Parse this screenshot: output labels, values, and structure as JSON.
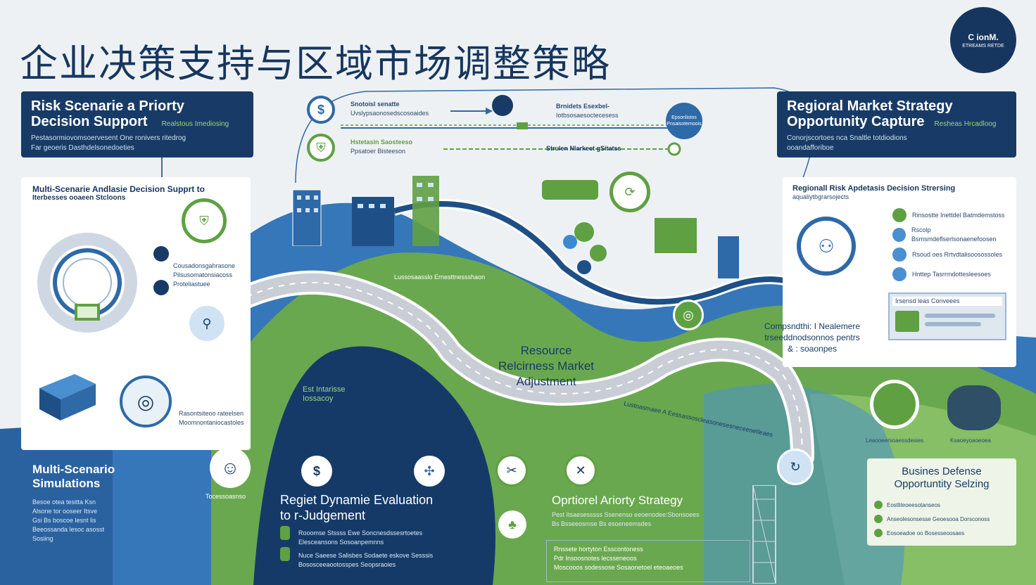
{
  "title": "企业决策支持与区域市场调整策略",
  "logo": {
    "line1": "C ionM.",
    "line2": "ETREAMS RETDE"
  },
  "top_left_box": {
    "title_line1": "Risk Scenarie a Priorty",
    "title_line2": "Decision Support",
    "subtitle": "Realstous Imediosing",
    "body_line1": "Pestasormiovomsoervesent One ronivers ritedrog",
    "body_line2": "Far geoeris Dasthdelsonedoeties"
  },
  "top_right_box": {
    "title_line1": "Regioral Market Strategy",
    "title_line2": "Opportunity Capture",
    "subtitle": "Resheas Hrcadloog",
    "body_line1": "Conorjscortoes nca Snaltle totdiodions",
    "body_line2": "ooandafforiboe"
  },
  "left_card": {
    "title_line1": "Multi-Scenarie Andlasie Decision Supprt to",
    "title_line2": "Iterbesses ooaeen Stcloons",
    "note_line1": "Cousadonsgahrasone",
    "note_line2": "Pilsusomatonsiacoss",
    "note_line3": "Proteliastuee",
    "bottom_note1": "Rasontsiteoo rateelsen",
    "bottom_note2": "Moomnontaniocastoles"
  },
  "right_card": {
    "title_line1": "Regionall Risk Apdetasis Decision Strersing",
    "title_line2": "aqualiytbgrarsojects",
    "items": [
      "Rinsostte Inettdel Batmdemstoss",
      "Rscolp Bsmsmdeflserlsonaenefoosen",
      "Rsoud oes Rrtvdtalisoosossoles",
      "Hnttep Tasrrmdottesleesoes"
    ],
    "panel_label": "Irsensd leas Conveees"
  },
  "top_flow": {
    "label1_line1": "Snotoisl senatte",
    "label1_line2": "Uvslypsaonosedscosoaides",
    "label2_line1": "Brnidets Esexbel-",
    "label2_line2": "Iotbsosaesoctecesess",
    "label3_line1": "Hstetasin Saosteeso",
    "label3_line2": "Ppsatoer Bisteeson",
    "label4": "Strulen Nlarkeet gSitatss",
    "bubble": "Epsonlistos Pnsaisotemoois"
  },
  "center": {
    "resource_line1": "Resource",
    "resource_line2": "Relcirness Market",
    "resource_line3": "Adjustment",
    "curve_note": "Lussosaasslo Ernesttnessshaon",
    "cost_line1": "Est Intarisse",
    "cost_line2": "Iossacoy",
    "compound_line1": "Compsndthi: I Nealemere",
    "compound_line2": "trseeddnodsonnos pentrs",
    "compound_line3": "& : soaonpes",
    "diag_note": "Lustoasmaee A Eessassoscleasonesesneceenetleaes"
  },
  "bottom_left": {
    "title_line1": "Multi-Scenario",
    "title_line2": "Simulations",
    "body_line1": "Besoe otea tesitta Ksn",
    "body_line2": "Alsone tor ooseer Itsve",
    "body_line3": "Gsi Bs boscoe lesnt lis",
    "body_line4": "Beeossanda lesoc asosst",
    "body_line5": "Sosiing",
    "avatar_note": "Tocessoasnso"
  },
  "bottom_mid": {
    "title_line1": "Regiet Dynamie Evaluation",
    "title_line2": "to r-Judgement",
    "line1": "Rooomse Stssss Ewe Soncnesdssesrtoetes",
    "line2": "Elesceansons Sosoanpemnns",
    "line3": "Nuce Saeese Salisbes Sodaete eskove Sesssis",
    "line4": "Bososceeaootosspes Seopsraoies"
  },
  "bottom_center": {
    "title": "Oprtiorel Ariorty Strategy",
    "line1": "Pest Itsaesesssss Ssenenso eeoenodee:Sbonsoees",
    "line2": "Bs Bsseeosmse Bs esoeneemsdes",
    "line3": "Rnssete hortyton Esscontoness",
    "line4": "Pdr Insoosnotes lecsseneoos",
    "line5": "Moscooos sodessose Sosaonetoel eteoaeoes"
  },
  "bottom_right": {
    "title_line1": "Busines Defense",
    "title_line2": "Opportuntity Selzing",
    "items": [
      "Eostliteoeesotanseos",
      "Anseolesonsesse Geoesooa Dorsconoss",
      "Eosoeadoe oo Bosesseoosaes"
    ],
    "pill_note": "Leaooeersoaessdesies",
    "disk_note": "Ksaoeyoaoeoea"
  },
  "colors": {
    "navy": "#173b66",
    "blue": "#2e69a8",
    "green": "#5fa043",
    "light_green": "#8dc46b",
    "bg": "#eef1f3"
  }
}
